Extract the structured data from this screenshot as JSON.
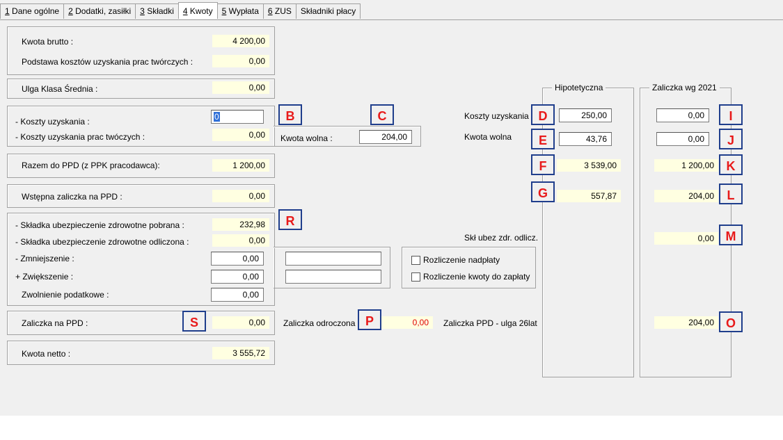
{
  "tabs": [
    {
      "num": "1",
      "label": "Dane ogólne"
    },
    {
      "num": "2",
      "label": "Dodatki, zasiłki"
    },
    {
      "num": "3",
      "label": "Składki"
    },
    {
      "num": "4",
      "label": "Kwoty"
    },
    {
      "num": "5",
      "label": "Wypłata"
    },
    {
      "num": "6",
      "label": "ZUS"
    },
    {
      "num": "",
      "label": "Składniki płacy"
    }
  ],
  "brutto": {
    "kwota_label": "Kwota brutto :",
    "kwota_value": "4 200,00",
    "podstawa_label": "Podstawa kosztów uzyskania prac twórczych :",
    "podstawa_value": "0,00"
  },
  "ulga": {
    "label": "Ulga Klasa Średnia :",
    "value": "0,00"
  },
  "koszty": {
    "koszty_label": "- Koszty uzyskania :",
    "koszty_value": "0",
    "tworcze_label": "- Koszty uzyskania prac twóczych :",
    "tworcze_value": "0,00",
    "kwota_wolna_label": "Kwota wolna :",
    "kwota_wolna_value": "204,00"
  },
  "razem": {
    "label": "Razem do PPD (z PPK pracodawca):",
    "value": "1 200,00"
  },
  "wstepna": {
    "label": "Wstępna zaliczka na PPD :",
    "value": "0,00"
  },
  "skladki": {
    "pobrana_label": "- Składka ubezpieczenie zdrowotne pobrana :",
    "pobrana_value": "232,98",
    "odliczona_label": "- Składka ubezpieczenie zdrowotne odliczona :",
    "odliczona_value": "0,00",
    "zmniejszenie_label": "- Zmniejszenie :",
    "zmniejszenie_value": "0,00",
    "zwiekszenie_label": "+ Zwiększenie :",
    "zwiekszenie_value": "0,00",
    "zwolnienie_label": "Zwolnienie podatkowe :",
    "zwolnienie_value": "0,00"
  },
  "checkboxes": {
    "nadplaty": "Rozliczenie nadpłaty",
    "do_zaplaty": "Rozliczenie kwoty do zapłaty"
  },
  "zaliczka": {
    "label": "Zaliczka na PPD :",
    "value": "0,00"
  },
  "odroczona": {
    "label": "Zaliczka odroczona",
    "value": "0,00"
  },
  "ulga26": {
    "label": "Zaliczka PPD - ulga 26lat",
    "value": "204,00"
  },
  "netto": {
    "label": "Kwota netto :",
    "value": "3 555,72"
  },
  "hipotetyczna": {
    "title": "Hipotetyczna",
    "koszty_label": "Koszty uzyskania",
    "koszty_value": "250,00",
    "wolna_label": "Kwota wolna",
    "wolna_value": "43,76",
    "podstawa_value": "3 539,00",
    "zaliczka_value": "557,87"
  },
  "wg2021": {
    "title": "Zaliczka wg 2021",
    "koszty_value": "0,00",
    "wolna_value": "0,00",
    "podstawa_value": "1 200,00",
    "zaliczka_value": "204,00",
    "skl_label": "Skł ubez zdr. odlicz.",
    "skl_value": "0,00"
  },
  "markers": {
    "B": "B",
    "C": "C",
    "D": "D",
    "E": "E",
    "F": "F",
    "G": "G",
    "I": "I",
    "J": "J",
    "K": "K",
    "L": "L",
    "M": "M",
    "O": "O",
    "P": "P",
    "R": "R",
    "S": "S"
  },
  "colors": {
    "value_bg": "#ffffe1",
    "marker_border": "#1f3e8c",
    "marker_text": "#e81a1a",
    "panel_bg": "#f0f0f0"
  }
}
